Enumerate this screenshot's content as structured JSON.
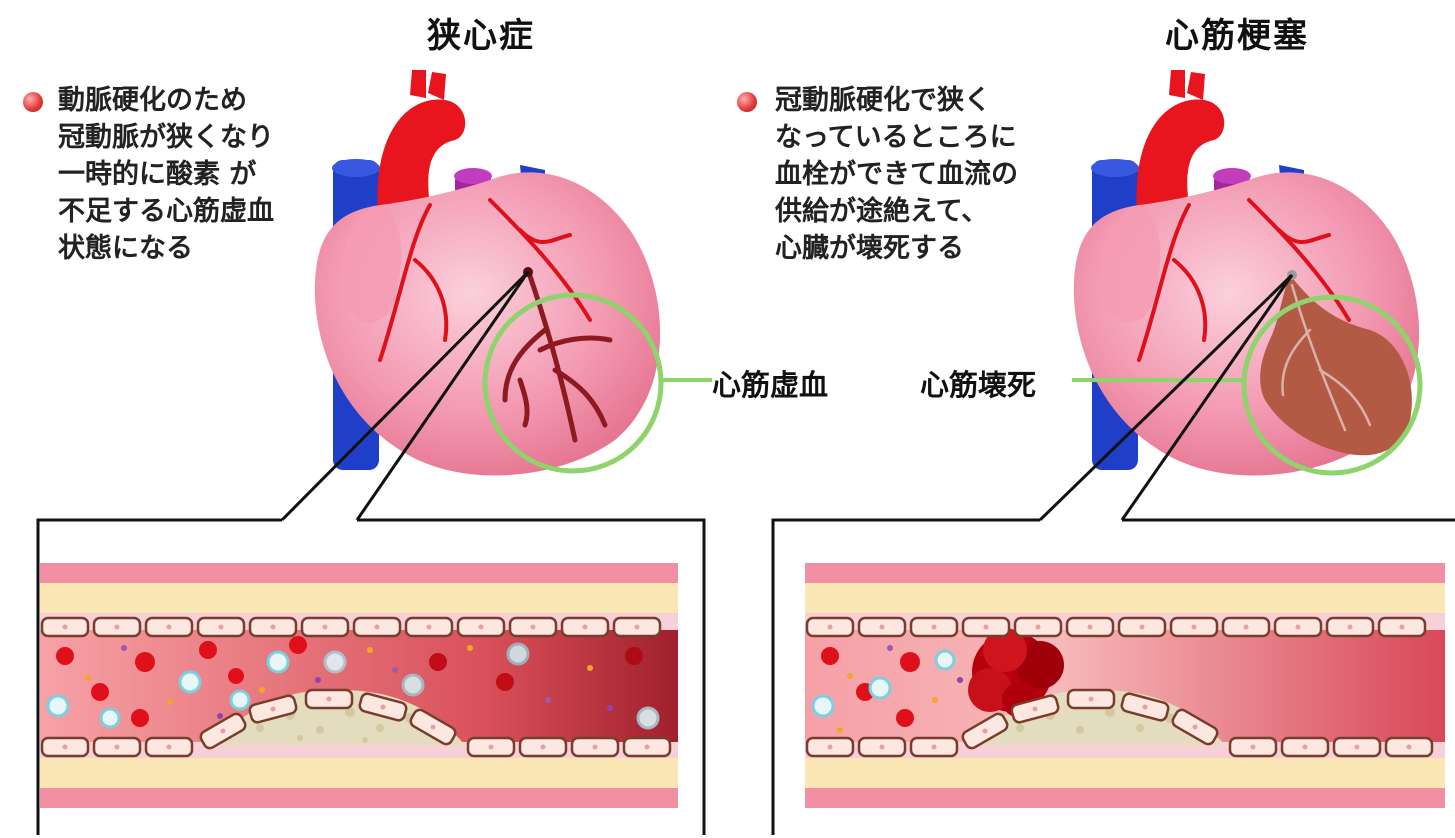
{
  "panels": [
    {
      "title": "狭心症",
      "description": [
        "動脈硬化のため",
        "冠動脈が狭くなり",
        "一時的に酸素 が",
        "不足する心筋虚血",
        "状態になる"
      ],
      "callout": "心筋虚血"
    },
    {
      "title": "心筋梗塞",
      "description": [
        "冠動脈硬化で狭く",
        "なっているところに",
        "血栓ができて血流の",
        "供給が途絶えて、",
        "心臓が壊死する"
      ],
      "callout": "心筋壊死"
    }
  ],
  "colors": {
    "heart": "#f4a3b8",
    "artery": "#e8141e",
    "vein": "#1f3fc8",
    "pulmonary": "#a0269e",
    "highlight_ring": "#8ed36b",
    "necrosis": "#b35a45",
    "plaque": "#e3dcbe",
    "clot": "#b8000c"
  },
  "icons": [
    "bullet-dot-icon"
  ]
}
